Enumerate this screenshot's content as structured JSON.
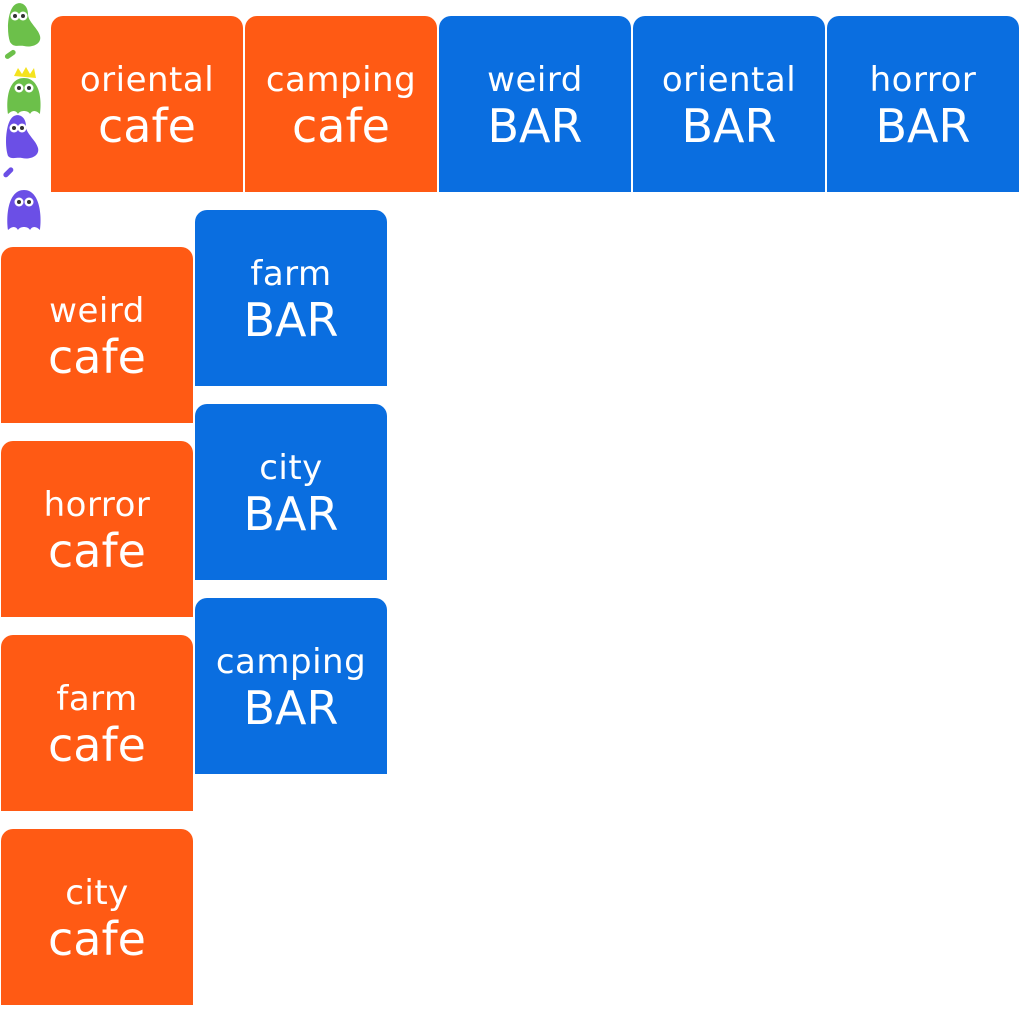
{
  "colors": {
    "cafe": "#ff5a14",
    "bar": "#0a6ee0",
    "green_creature": "#6cc04a",
    "purple_creature": "#6b4fe6",
    "crown": "#f5e31f"
  },
  "top_row": [
    {
      "theme": "oriental",
      "kind": "cafe",
      "type": "cafe"
    },
    {
      "theme": "camping",
      "kind": "cafe",
      "type": "cafe"
    },
    {
      "theme": "weird",
      "kind": "BAR",
      "type": "bar"
    },
    {
      "theme": "oriental",
      "kind": "BAR",
      "type": "bar"
    },
    {
      "theme": "horror",
      "kind": "BAR",
      "type": "bar"
    }
  ],
  "left_column": [
    {
      "theme": "weird",
      "kind": "cafe",
      "type": "cafe"
    },
    {
      "theme": "horror",
      "kind": "cafe",
      "type": "cafe"
    },
    {
      "theme": "farm",
      "kind": "cafe",
      "type": "cafe"
    },
    {
      "theme": "city",
      "kind": "cafe",
      "type": "cafe"
    }
  ],
  "middle_column": [
    {
      "theme": "farm",
      "kind": "BAR",
      "type": "bar"
    },
    {
      "theme": "city",
      "kind": "BAR",
      "type": "bar"
    },
    {
      "theme": "camping",
      "kind": "BAR",
      "type": "bar"
    }
  ],
  "creatures": [
    {
      "icon": "green-creature-icon",
      "color": "green"
    },
    {
      "icon": "green-creature-with-crown-icon",
      "color": "green"
    },
    {
      "icon": "purple-creature-icon",
      "color": "purple"
    },
    {
      "icon": "purple-creature-icon",
      "color": "purple"
    }
  ]
}
